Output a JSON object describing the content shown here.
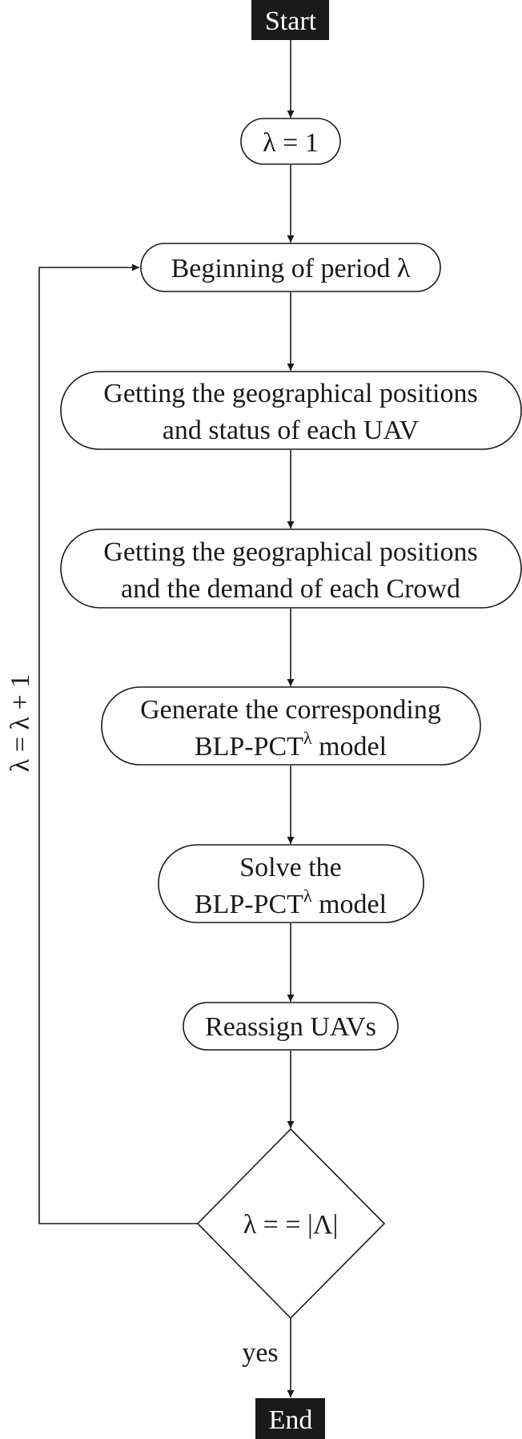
{
  "diagram": {
    "start": "Start",
    "end": "End",
    "init": "λ = 1",
    "period": "Beginning of period λ",
    "get_uav": [
      "Getting the geographical positions",
      "and status of each UAV"
    ],
    "get_crowd": [
      "Getting the geographical positions",
      "and the demand of each Crowd"
    ],
    "generate": [
      "Generate the corresponding",
      "BLP-PCT",
      "λ",
      " model"
    ],
    "solve": [
      "Solve the",
      "BLP-PCT",
      "λ",
      " model"
    ],
    "reassign": "Reassign UAVs",
    "decision": "λ = = |Λ|",
    "yes_label": "yes",
    "loop_label": "λ = λ + 1"
  },
  "colors": {
    "ink": "#1a1a1a",
    "background": "#ffffff",
    "terminal_text": "#ffffff"
  }
}
